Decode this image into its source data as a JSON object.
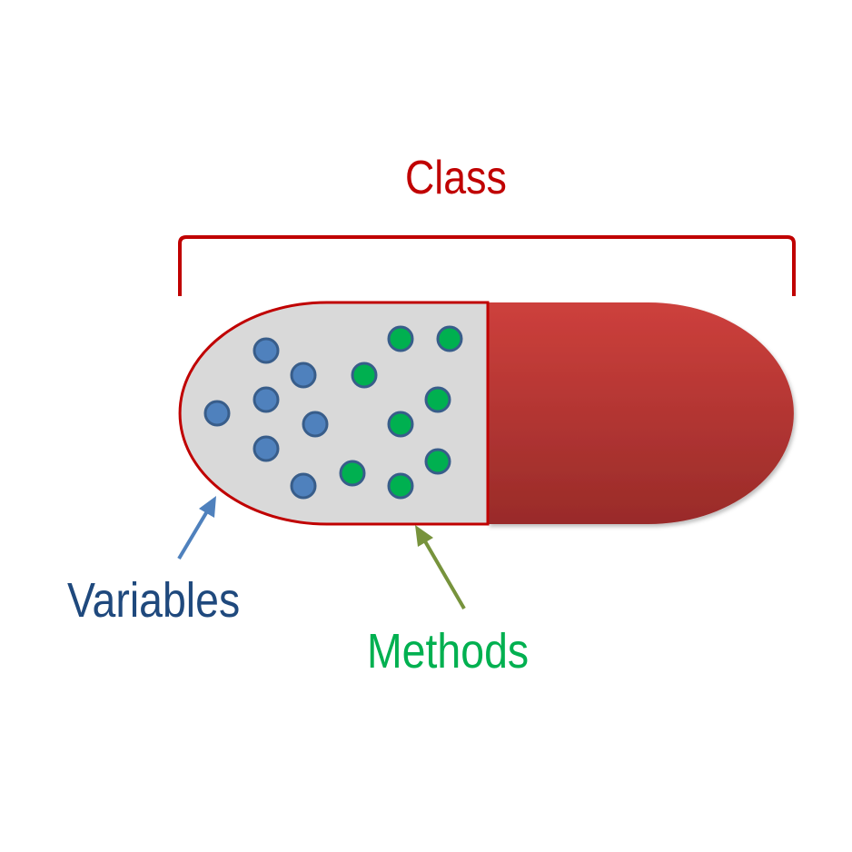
{
  "diagram": {
    "title": "Class",
    "labels": {
      "variables": "Variables",
      "methods": "Methods"
    },
    "colors": {
      "class": "#c00000",
      "capsule_red_top": "#cd403c",
      "capsule_red_bottom": "#992b29",
      "capsule_white": "#d9d9d9",
      "variable_dot": "#4f81bd",
      "method_dot": "#00b050",
      "dot_border": "#385d8a",
      "variables_text": "#1f497d",
      "methods_text": "#00b050",
      "variables_arrow": "#4f81bd",
      "methods_arrow": "#77933c"
    },
    "variables_count": 7,
    "methods_count": 8
  }
}
